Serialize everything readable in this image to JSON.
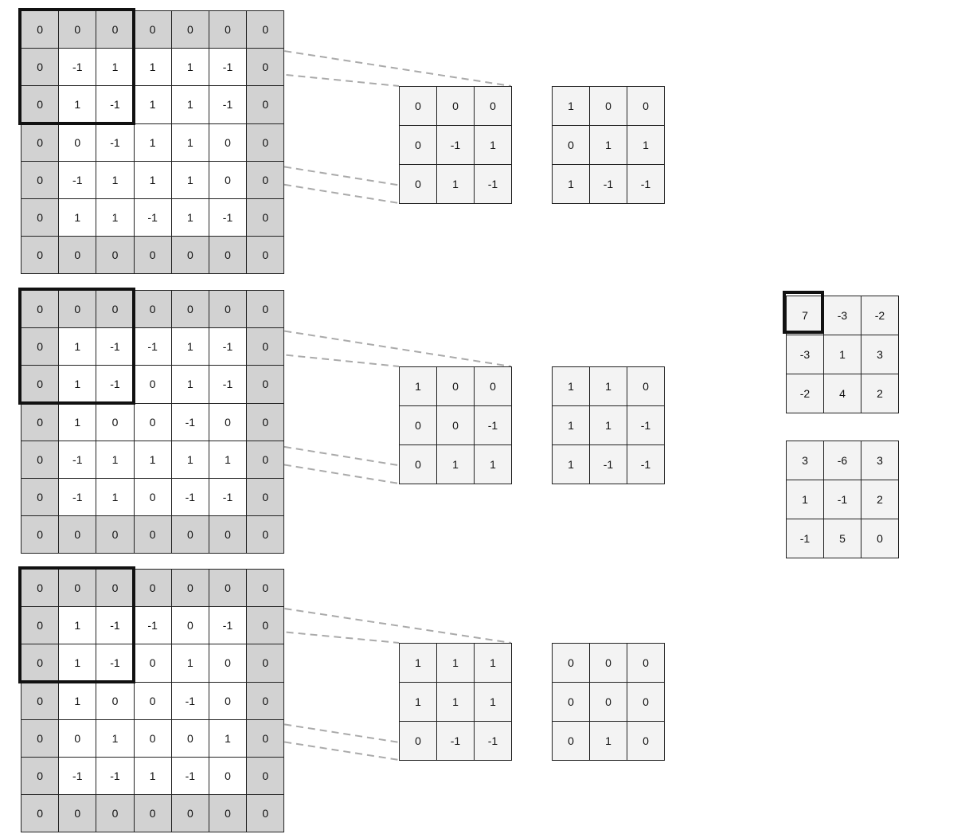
{
  "inputs": [
    {
      "name": "input-1",
      "cells": [
        [
          "0",
          "0",
          "0",
          "0",
          "0",
          "0",
          "0"
        ],
        [
          "0",
          "-1",
          "1",
          "1",
          "1",
          "-1",
          "0"
        ],
        [
          "0",
          "1",
          "-1",
          "1",
          "1",
          "-1",
          "0"
        ],
        [
          "0",
          "0",
          "-1",
          "1",
          "1",
          "0",
          "0"
        ],
        [
          "0",
          "-1",
          "1",
          "1",
          "1",
          "0",
          "0"
        ],
        [
          "0",
          "1",
          "1",
          "-1",
          "1",
          "-1",
          "0"
        ],
        [
          "0",
          "0",
          "0",
          "0",
          "0",
          "0",
          "0"
        ]
      ]
    },
    {
      "name": "input-2",
      "cells": [
        [
          "0",
          "0",
          "0",
          "0",
          "0",
          "0",
          "0"
        ],
        [
          "0",
          "1",
          "-1",
          "-1",
          "1",
          "-1",
          "0"
        ],
        [
          "0",
          "1",
          "-1",
          "0",
          "1",
          "-1",
          "0"
        ],
        [
          "0",
          "1",
          "0",
          "0",
          "-1",
          "0",
          "0"
        ],
        [
          "0",
          "-1",
          "1",
          "1",
          "1",
          "1",
          "0"
        ],
        [
          "0",
          "-1",
          "1",
          "0",
          "-1",
          "-1",
          "0"
        ],
        [
          "0",
          "0",
          "0",
          "0",
          "0",
          "0",
          "0"
        ]
      ]
    },
    {
      "name": "input-3",
      "cells": [
        [
          "0",
          "0",
          "0",
          "0",
          "0",
          "0",
          "0"
        ],
        [
          "0",
          "1",
          "-1",
          "-1",
          "0",
          "-1",
          "0"
        ],
        [
          "0",
          "1",
          "-1",
          "0",
          "1",
          "0",
          "0"
        ],
        [
          "0",
          "1",
          "0",
          "0",
          "-1",
          "0",
          "0"
        ],
        [
          "0",
          "0",
          "1",
          "0",
          "0",
          "1",
          "0"
        ],
        [
          "0",
          "-1",
          "-1",
          "1",
          "-1",
          "0",
          "0"
        ],
        [
          "0",
          "0",
          "0",
          "0",
          "0",
          "0",
          "0"
        ]
      ]
    }
  ],
  "patches": [
    [
      [
        "0",
        "0",
        "0"
      ],
      [
        "0",
        "-1",
        "1"
      ],
      [
        "0",
        "1",
        "-1"
      ]
    ],
    [
      [
        "1",
        "0",
        "0"
      ],
      [
        "0",
        "0",
        "-1"
      ],
      [
        "0",
        "1",
        "1"
      ]
    ],
    [
      [
        "1",
        "1",
        "1"
      ],
      [
        "1",
        "1",
        "1"
      ],
      [
        "0",
        "-1",
        "-1"
      ]
    ]
  ],
  "kernels": [
    [
      [
        "1",
        "0",
        "0"
      ],
      [
        "0",
        "1",
        "1"
      ],
      [
        "1",
        "-1",
        "-1"
      ]
    ],
    [
      [
        "1",
        "1",
        "0"
      ],
      [
        "1",
        "1",
        "-1"
      ],
      [
        "1",
        "-1",
        "-1"
      ]
    ],
    [
      [
        "0",
        "0",
        "0"
      ],
      [
        "0",
        "0",
        "0"
      ],
      [
        "0",
        "1",
        "0"
      ]
    ]
  ],
  "outputs": [
    [
      [
        "7",
        "-3",
        "-2"
      ],
      [
        "-3",
        "1",
        "3"
      ],
      [
        "-2",
        "4",
        "2"
      ]
    ],
    [
      [
        "3",
        "-6",
        "3"
      ],
      [
        "1",
        "-1",
        "2"
      ],
      [
        "-1",
        "5",
        "0"
      ]
    ]
  ]
}
